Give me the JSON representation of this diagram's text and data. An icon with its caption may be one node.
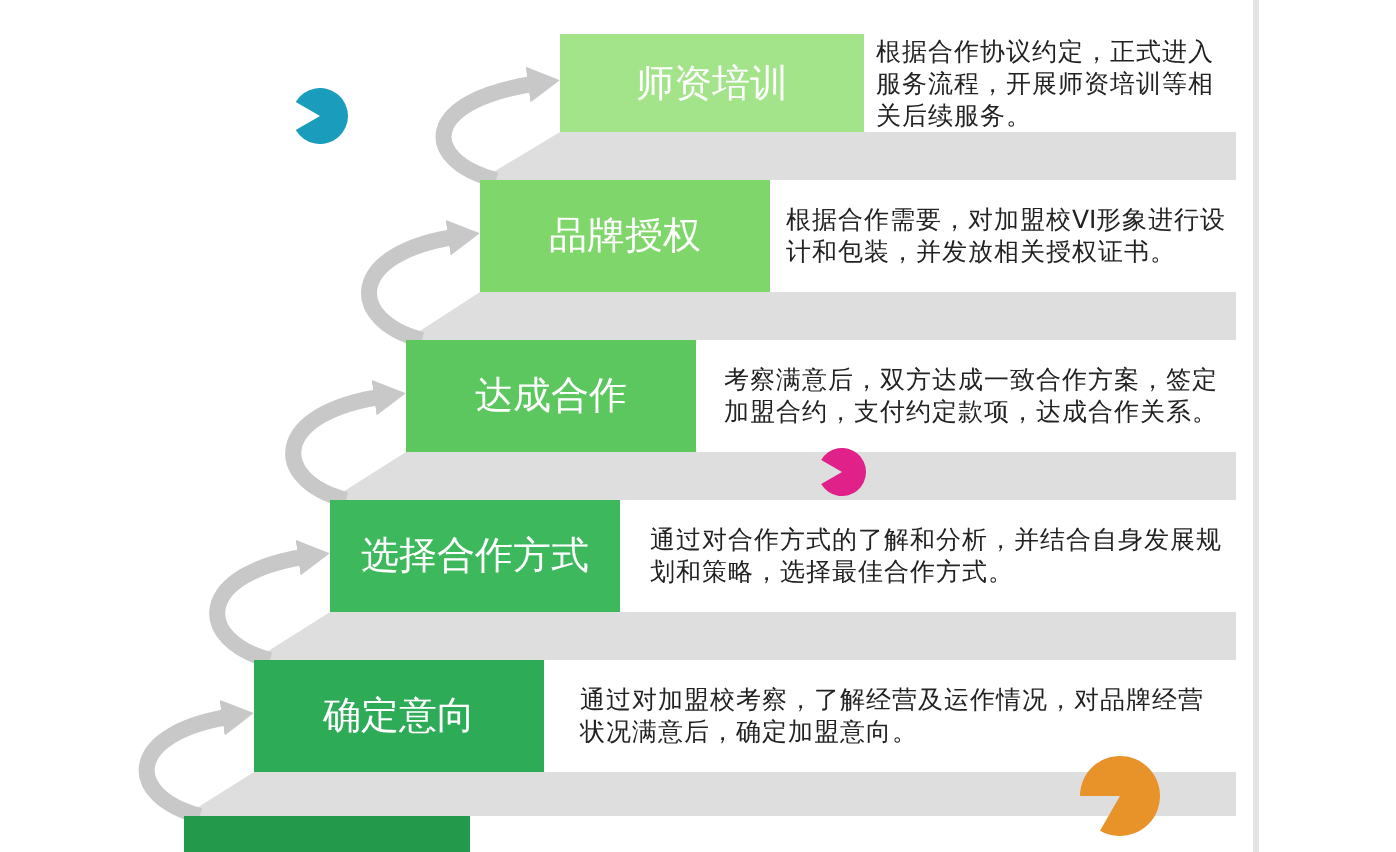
{
  "diagram": {
    "nodes": [
      {
        "text": [
          "师资培训"
        ],
        "beside": [
          "根据合作协议约定，正式进入服务流程，开展师资培训等相关后续服务。"
        ]
      },
      {
        "text": [
          "品牌授权"
        ],
        "beside": [
          "根据合作需要，对加盟校VI形象进行设计和包装，并发放相关授权证书。"
        ]
      },
      {
        "text": [
          "达成合作"
        ],
        "beside": [
          "考察满意后，双方达成一致合作方案，签定加盟合约，支付约定款项，达成合作关系。"
        ]
      },
      {
        "text": [
          "选择合作方式"
        ],
        "beside": [
          "通过对合作方式的了解和分析，并结合自身发展规划和策略，选择最佳合作方式。"
        ]
      },
      {
        "text": [
          "确定意向"
        ],
        "beside": [
          "通过对加盟校考察，了解经营及运作情况，对品牌经营状况满意后，确定加盟意向。"
        ]
      },
      {
        "text": [],
        "shape": "box"
      }
    ],
    "edges": [
      {
        "from": 5,
        "to": 4,
        "arrow": "to"
      },
      {
        "from": 4,
        "to": 3,
        "arrow": "to"
      },
      {
        "from": 3,
        "to": 2,
        "arrow": "to"
      },
      {
        "from": 2,
        "to": 1,
        "arrow": "to"
      },
      {
        "from": 1,
        "to": 0,
        "arrow": "to"
      }
    ]
  }
}
